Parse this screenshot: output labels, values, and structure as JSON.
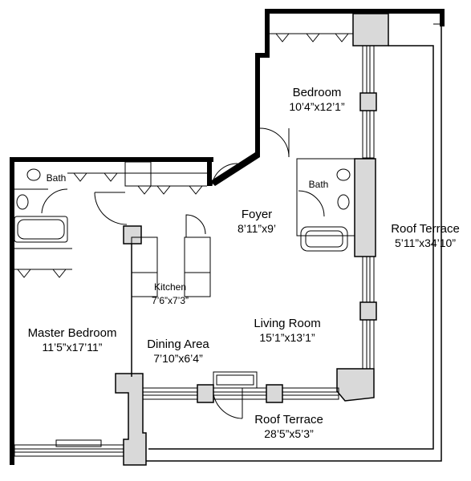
{
  "rooms": {
    "bedroom": {
      "name": "Bedroom",
      "dims": "10’4”x12’1”"
    },
    "foyer": {
      "name": "Foyer",
      "dims": "8’11”x9’"
    },
    "bath_left": {
      "name": "Bath"
    },
    "bath_right": {
      "name": "Bath"
    },
    "kitchen": {
      "name": "Kitchen",
      "dims": "7’6”x7’3”"
    },
    "master_bedroom": {
      "name": "Master Bedroom",
      "dims": "11’5”x17’11”"
    },
    "dining_area": {
      "name": "Dining Area",
      "dims": "7’10”x6’4”"
    },
    "living_room": {
      "name": "Living Room",
      "dims": "15’1”x13’1”"
    },
    "roof_terrace_east": {
      "name": "Roof Terrace",
      "dims": "5’11”x34’10”"
    },
    "roof_terrace_south": {
      "name": "Roof Terrace",
      "dims": "28’5”x5’3”"
    }
  },
  "colors": {
    "wall": "#000000",
    "column_fill": "#d9d9d9",
    "background": "#ffffff"
  }
}
